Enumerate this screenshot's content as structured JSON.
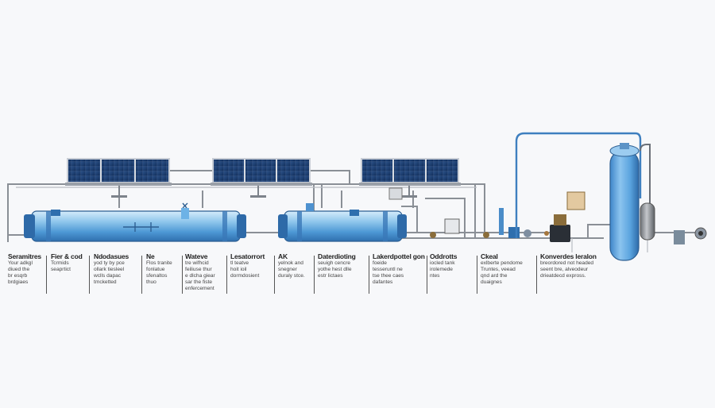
{
  "labels": [
    {
      "title": "Seramitres",
      "desc": "Your adkgl\ndiued the\nbr esqrb\nbrdgiaes"
    },
    {
      "title": "Fier & cod",
      "desc": "Tcrmids\nseaprtict"
    },
    {
      "title": "Ndodasues",
      "desc": "yod ty by pce\nollark tiesleel\nwclls dapac\ntmcketted"
    },
    {
      "title": "Ne",
      "desc": "Flos tranite\nfonlatue\nsfenaltos\nthuo"
    },
    {
      "title": "Wateve",
      "desc": "tre wifhcid\nfeiliuse thur\ne dlcha giear\nsar the fiste\nenfercement"
    },
    {
      "title": "Lesatorrort",
      "desc": "tl teatve\nhoit ioil\ndormdosient"
    },
    {
      "title": "AK",
      "desc": "yelnok and\nsnegner\nduraly stce."
    },
    {
      "title": "Daterdioting",
      "desc": "seuigh cencre\nyothe hest dlle\nestr lictaes"
    },
    {
      "title": "Lakerdpottel gon",
      "desc": "foeide\ntesseruntl ne\ntse thee caes\ndafantes"
    },
    {
      "title": "Oddrotts",
      "desc": "iocled tank\nirolemede\nntes"
    },
    {
      "title": "Ckeal",
      "desc": "exlberte pendome\nTruntes, veead\nqnd ard the\nduaignes"
    },
    {
      "title": "Konverdes leralon",
      "desc": "breordored not headed\nseent bre, alveodeur\ndrieatdecd expross."
    }
  ]
}
